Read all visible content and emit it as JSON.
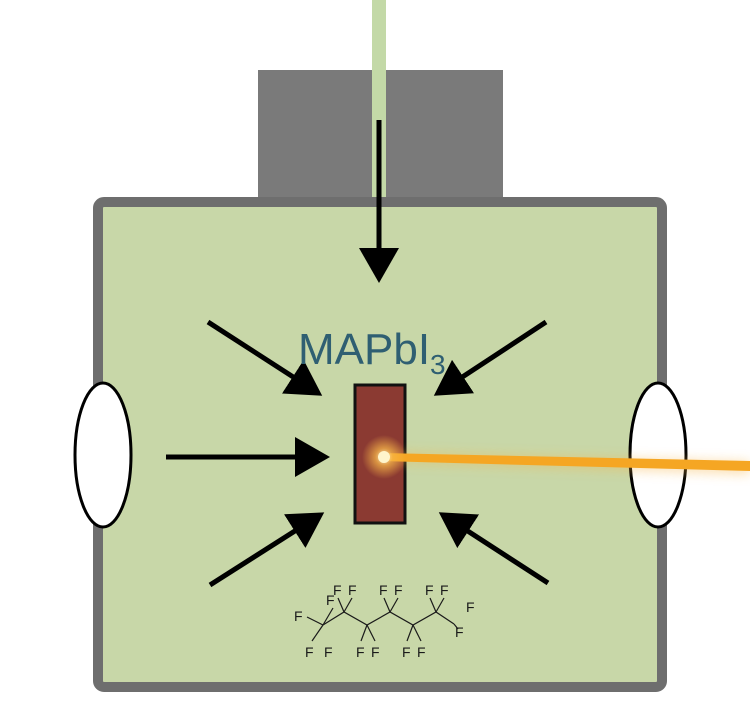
{
  "diagram": {
    "sample_label": {
      "main": "MAPbI",
      "subscript": "3"
    },
    "molecule_atom": "F"
  },
  "colors": {
    "chamber_fill": "#c8d7a8",
    "chamber_border": "#6e6e6e",
    "top_block": "#7a7a7a",
    "inlet_tube": "#c3d9a7",
    "sample_fill": "#8b3a32",
    "beam": "#f5a623",
    "label": "#2f5f72",
    "arrow": "#000000",
    "window_fill": "#ffffff"
  }
}
